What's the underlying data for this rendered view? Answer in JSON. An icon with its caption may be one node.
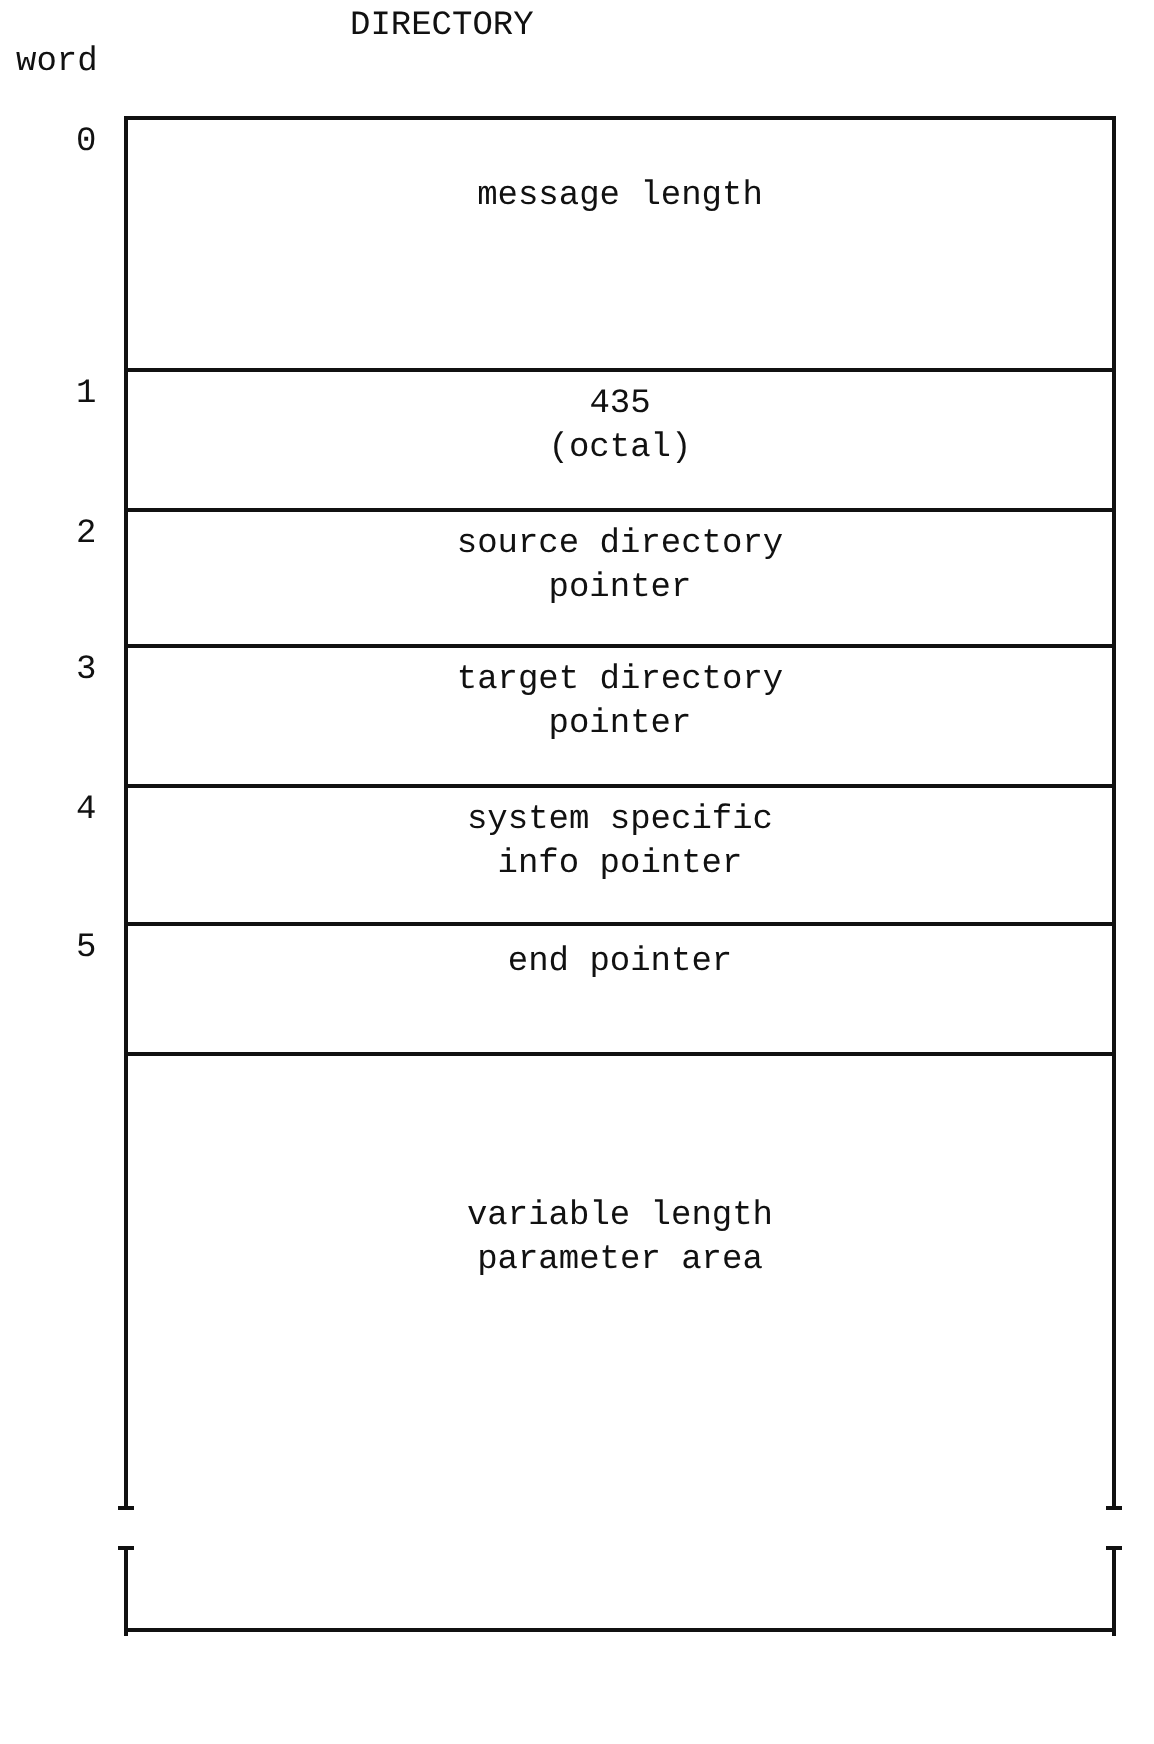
{
  "diagram": {
    "title": "DIRECTORY",
    "nodes": [
      {
        "text": [
          "message length"
        ]
      },
      {
        "text": [
          "435 (octal)"
        ]
      },
      {
        "text": [
          "source directory pointer"
        ]
      },
      {
        "text": [
          "target directory pointer"
        ]
      },
      {
        "text": [
          "system specific info pointer"
        ]
      },
      {
        "text": [
          "end pointer"
        ]
      },
      {
        "text": [
          "variable length parameter area"
        ]
      }
    ],
    "edges": [],
    "labels": [
      "word",
      "0",
      "1",
      "2",
      "3",
      "4",
      "5"
    ]
  }
}
